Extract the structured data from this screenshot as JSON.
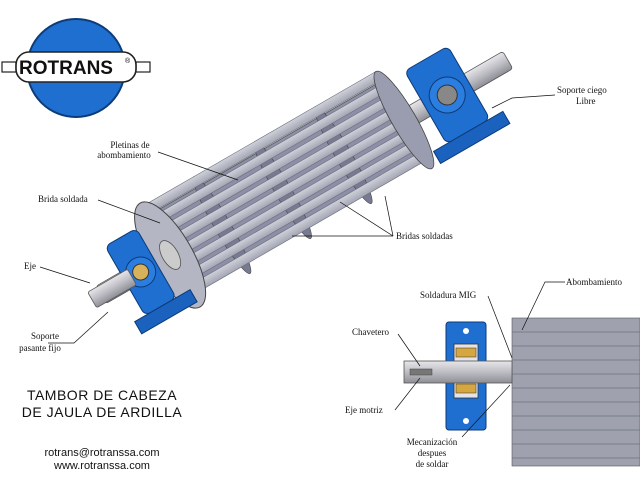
{
  "brand": {
    "name": "ROTRANS",
    "mark": "®"
  },
  "labels": {
    "soporte_ciego": [
      "Soporte ciego",
      "Libre"
    ],
    "pletinas": [
      "Pletinas de",
      "abombamiento"
    ],
    "brida_soldada": "Brida soldada",
    "bridas_soldadas": "Bridas soldadas",
    "eje": "Eje",
    "soporte_pasante": [
      "Soporte",
      "pasante  fijo"
    ],
    "soldadura": "Soldadura MIG",
    "abombamiento": "Abombamiento",
    "chavetero": "Chavetero",
    "eje_motriz": "Eje motriz",
    "mecanizacion": [
      "Mecanización",
      "despues",
      "de soldar"
    ]
  },
  "caption": [
    "TAMBOR DE CABEZA",
    "DE JAULA DE ARDILLA"
  ],
  "contact": {
    "email": "rotrans@rotranssa.com",
    "web": "www.rotranssa.com"
  },
  "colors": {
    "blue": "#1f6fd0",
    "bar": "#b9bcc8",
    "core": "#8c8fa6",
    "steel": "#c8c8cf"
  }
}
